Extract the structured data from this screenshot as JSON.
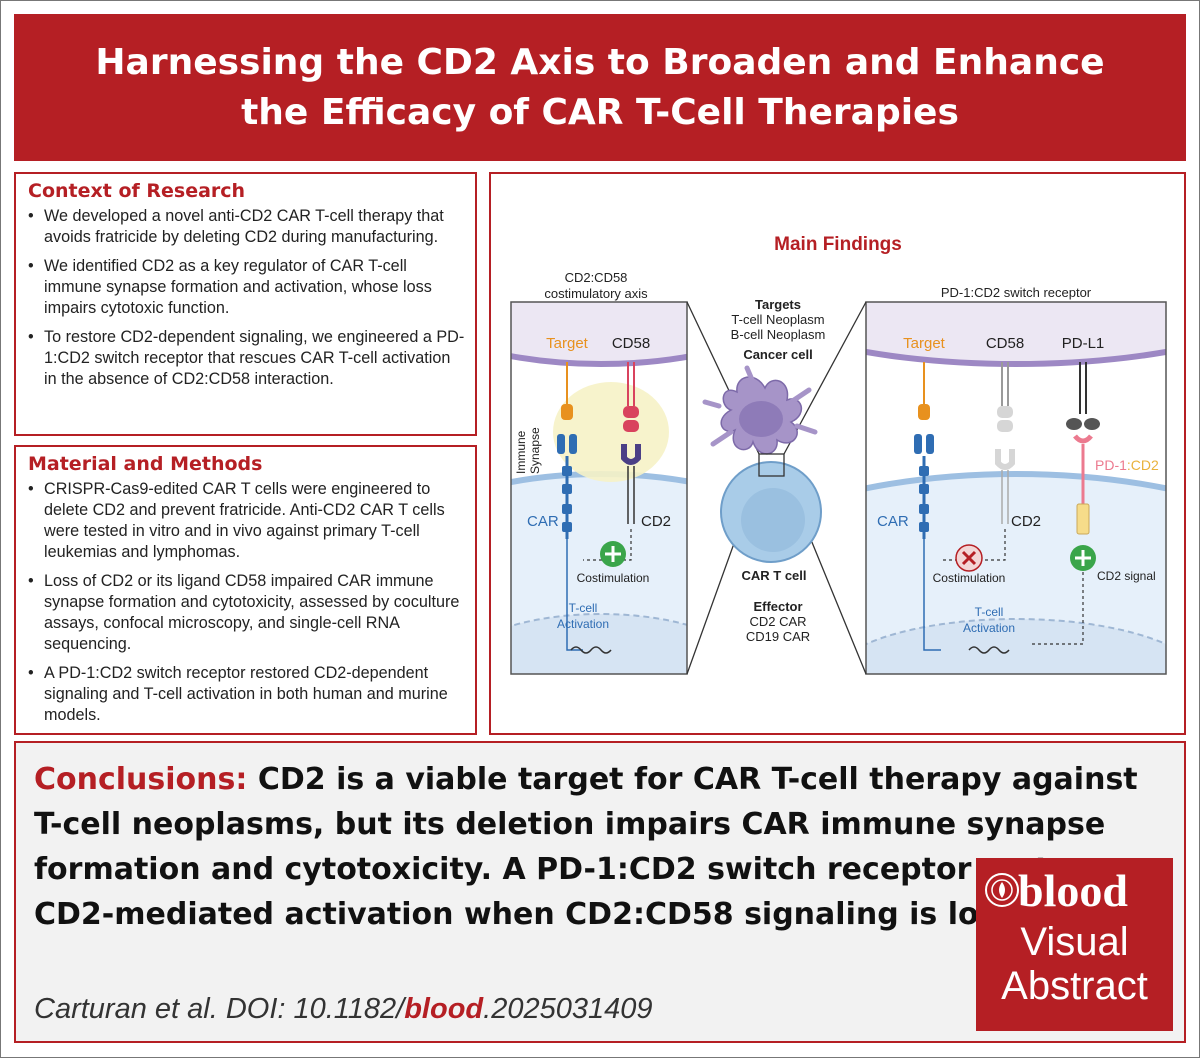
{
  "title": {
    "line1": "Harnessing the CD2 Axis to Broaden and Enhance",
    "line2": "the Efficacy of CAR T-Cell Therapies"
  },
  "context": {
    "heading": "Context of Research",
    "bullets": [
      "We developed a novel anti-CD2 CAR T-cell therapy that avoids fratricide by deleting CD2 during manufacturing.",
      "We identified CD2 as a key regulator of CAR T-cell immune synapse formation and activation, whose loss impairs cytotoxic function.",
      "To restore CD2-dependent signaling, we engineered a PD-1:CD2 switch receptor that rescues CAR T-cell activation in the absence of CD2:CD58 interaction."
    ]
  },
  "methods": {
    "heading": "Material and Methods",
    "bullets": [
      "CRISPR-Cas9-edited CAR T cells were engineered to delete CD2 and prevent fratricide. Anti-CD2 CAR T cells were tested in vitro and in vivo against primary T-cell leukemias and lymphomas.",
      "Loss of CD2 or its ligand CD58 impaired CAR immune synapse formation and cytotoxicity, assessed by coculture assays, confocal microscopy, and single-cell RNA sequencing.",
      "A PD-1:CD2 switch receptor restored CD2-dependent signaling and T-cell activation in both human and murine models."
    ]
  },
  "findings": {
    "heading": "Main Findings",
    "left_panel_title_1": "CD2:CD58",
    "left_panel_title_2": "costimulatory axis",
    "right_panel_title": "PD-1:CD2 switch receptor",
    "targets_label": "Targets",
    "targets_1": "T-cell Neoplasm",
    "targets_2": "B-cell Neoplasm",
    "cancer_cell": "Cancer cell",
    "car_t_cell": "CAR T cell",
    "effector_label": "Effector",
    "effector_1": "CD2 CAR",
    "effector_2": "CD19 CAR",
    "target": "Target",
    "cd58": "CD58",
    "pdl1": "PD-L1",
    "immune_1": "Immune",
    "immune_2": "Synapse",
    "car": "CAR",
    "cd2": "CD2",
    "pd1": "PD-1",
    "colon": ":",
    "cd2_switch": "CD2",
    "costimulation": "Costimulation",
    "cd2_signal": "CD2 signal",
    "tcell": "T-cell",
    "activation": "Activation"
  },
  "conclusions": {
    "label": "Conclusions:",
    "text": "CD2 is a viable target for CAR T-cell therapy against T-cell neoplasms, but its deletion impairs CAR immune synapse formation and cytotoxicity. A PD-1:CD2 switch receptor restores CD2-mediated activation when CD2:CD58 signaling is lost."
  },
  "citation": {
    "prefix": "Carturan et al. DOI: 10.1182/",
    "journal": "blood",
    "suffix": ".2025031409"
  },
  "logo": {
    "brand": "blood",
    "line1": "Visual",
    "line2": "Abstract"
  },
  "colors": {
    "brand_red": "#b51f24",
    "car_blue": "#2f6db3",
    "target_orange": "#e8911e",
    "cd58_pink": "#d9435e",
    "cd2_purple": "#4b3f86",
    "costim_green": "#3aa54a",
    "pd1_pink": "#ec7a8f",
    "cd2_yellow": "#e9b23c"
  }
}
